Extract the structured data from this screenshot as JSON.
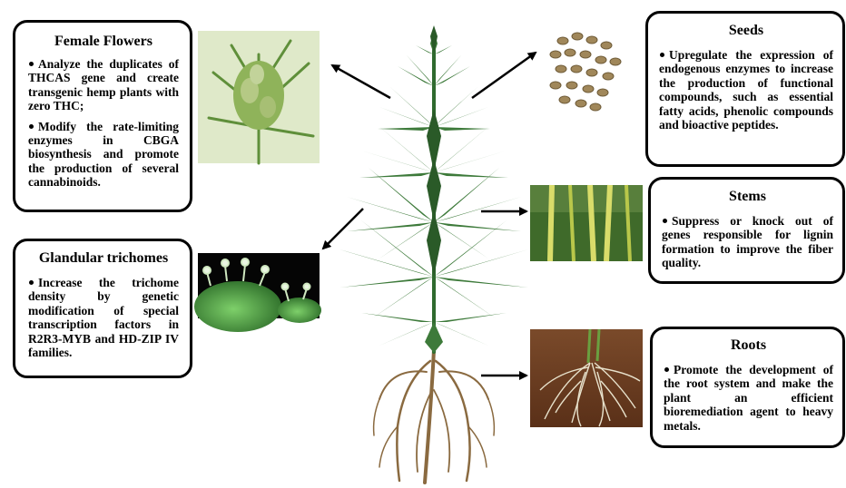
{
  "female_flowers": {
    "title": "Female Flowers",
    "points": [
      "Analyze the duplicates of THCAS gene and create transgenic hemp plants with zero THC;",
      "Modify the rate-limiting enzymes in CBGA biosynthesis and promote the production of several cannabinoids."
    ]
  },
  "glandular_trichomes": {
    "title": "Glandular trichomes",
    "points": [
      "Increase the trichome density by genetic modification of special transcription factors in R2R3-MYB and HD-ZIP IV families."
    ]
  },
  "seeds": {
    "title": "Seeds",
    "points": [
      "Upregulate the expression of endogenous enzymes to increase the production of functional compounds, such as essential fatty acids, phenolic compounds and bioactive peptides."
    ]
  },
  "stems": {
    "title": "Stems",
    "points": [
      "Suppress or knock out of genes responsible for lignin formation to improve the fiber quality."
    ]
  },
  "roots": {
    "title": "Roots",
    "points": [
      "Promote the development of the root system and make the plant an efficient bioremediation agent to heavy metals."
    ]
  },
  "colors": {
    "leaf": "#3d7a3a",
    "leaf_dark": "#2a5a28",
    "root": "#8a6a40",
    "arrow": "#000000"
  }
}
